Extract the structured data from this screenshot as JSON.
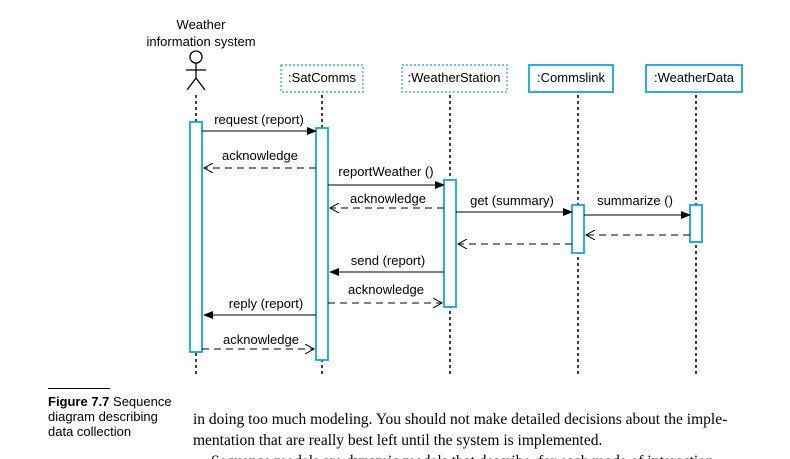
{
  "actor": {
    "line1": "Weather",
    "line2": "information system"
  },
  "objects": [
    ":SatComms",
    ":WeatherStation",
    ":Commslink",
    ":WeatherData"
  ],
  "messages": {
    "m1": "request (report)",
    "m2": "acknowledge",
    "m3": "reportWeather ()",
    "m4": "acknowledge",
    "m5": "get (summary)",
    "m6": "summarize ()",
    "m7": "send (report)",
    "m8": "acknowledge",
    "m9": "reply (report)",
    "m10": "acknowledge"
  },
  "caption": {
    "figure": "Figure 7.7",
    "rest": " Sequence diagram describing data collection"
  },
  "body": {
    "line1": "in doing too much modeling. You should not make detailed decisions about the imple-",
    "line2": "mentation that are really best left until the system is implemented.",
    "line3": "Sequence models are dynamic models that describe, for each mode of interaction"
  },
  "colors": {
    "accent": "#1aa3d9",
    "line": "#000000"
  }
}
